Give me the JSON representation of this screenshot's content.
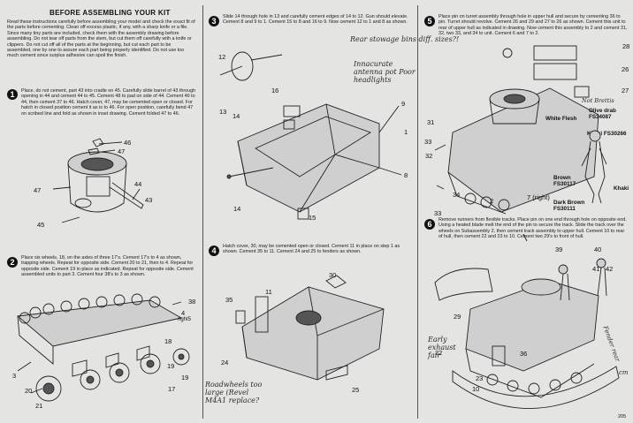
{
  "header": {
    "title": "BEFORE ASSEMBLING YOUR KIT",
    "intro": "Read these instructions carefully before assembling your model and check the exact fit of the parts before cementing. Clean off excess plastic, if any, with a sharp knife or a file. Since many tiny parts are included, check them with the assembly drawing before assembling. Do not tear off parts from the stem, but cut them off carefully with a knife or clippers. Do not cut off all of the parts at the beginning, but cut each part to be assembled, one by one to assure each part being properly identified. Do not use too much cement since surplus adhesive can spoil the finish."
  },
  "steps": [
    {
      "num": "1",
      "text": "Place, do not cement, part 43 into cradle on 45. Carefully slide barrel of 43 through opening in 44 and cement 44 to 45. Cement 48 to pad on side of 44. Cement 46 to 44, then cement 37 to 46. Hatch cover, 47, may be cemented open or closed. For hatch in closed position cement it as is to 46. For open position, carefully bend 47 on scribed line and fold as shown in inset drawing. Cement folded 47 to 46."
    },
    {
      "num": "2",
      "text": "Place six wheels, 18, on the axles of three 17's. Cement 17's to 4 as shown, trapping wheels. Repeat for opposite side. Cement 20 to 21, then to 4. Repeat for opposite side. Cement 19 in place as indicated. Repeat for opposite side. Cement assembled units to part 3. Cement four 38's to 3 as shown."
    },
    {
      "num": "3",
      "text": "Slide 14 through hole in 13 and carefully cement edges of 14 to 12. Gun should elevate. Cement 8 and 9 to 1. Cement 15 to 8 and 16 to 9. Now cement 12 to 1 and 8 as shown."
    },
    {
      "num": "4",
      "text": "Hatch cover, 30, may be cemented open or closed. Cement 11 in place on step 1 as shown. Cement 35 to 11. Cement 24 and 25 to fenders as shown."
    },
    {
      "num": "5",
      "text": "Place pin on turret assembly through hole in upper hull and secure by cementing 36 to pin. Turret should revolve. Cement 26 and 29 and 27 to 26 as shown. Cement this unit to rear of upper hull as indicated in drawing. Now cement this assembly to 2 and cement 31, 32, two 33, and 34 to unit. Cement 6 and 7 to 2."
    },
    {
      "num": "6",
      "text": "Remove runners from flexible tracks. Place pin on one end through hole on opposite end. Using a heated blade melt the end of the pin to secure the track. Slide the track over the wheels on Subassembly 2, then cement track assembly to upper hull. Cement 10 to rear of hull, then cement 22 and 23 to 10. Cement two 29's to front of hull."
    }
  ],
  "parts": {
    "s1": [
      "46",
      "47",
      "44",
      "43",
      "47",
      "45"
    ],
    "s2": [
      "38",
      "4",
      "right5",
      "3",
      "20",
      "21",
      "18",
      "19",
      "17",
      "19"
    ],
    "s3": [
      "12",
      "13",
      "14",
      "16",
      "9",
      "1",
      "8",
      "15",
      "14"
    ],
    "s4": [
      "30",
      "11",
      "35",
      "24",
      "25"
    ],
    "s5": [
      "28",
      "26",
      "27",
      "31",
      "33",
      "32",
      "33",
      "34",
      "2",
      "7 (right)"
    ],
    "s6": [
      "39",
      "40",
      "41",
      "42",
      "29",
      "22",
      "36",
      "23",
      "10"
    ]
  },
  "paints": {
    "olive": "Olive drab FS34087",
    "white": "White Flesh",
    "khaki": "Khaki FS30266",
    "brown": "Brown FS30117",
    "darkbrown": "Dark Brown FS30111",
    "khaki2": "Khaki"
  },
  "notes": {
    "rear": "Rear stowage bins diff. sizes?!",
    "antenna": "Innacurate antenna pot Poor headlights",
    "roadwheels": "Roadwheels too large (Revel M4A1 replace?",
    "exhaust": "Early exhaust fair",
    "nobrettis": "Not Brettis",
    "fenders": "Fender rear",
    "cm": "cm"
  },
  "page": {
    "number": "205"
  }
}
